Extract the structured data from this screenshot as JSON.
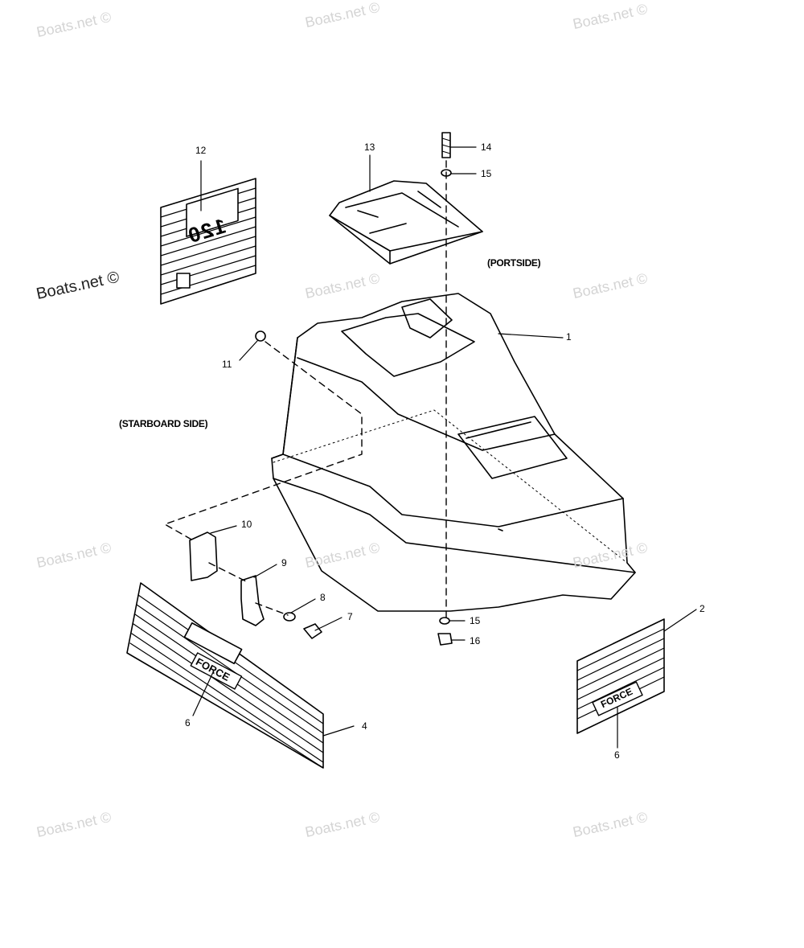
{
  "watermark": "Boats.net ©",
  "labels": {
    "portside": "(PORTSIDE)",
    "starboard": "(STARBOARD SIDE)"
  },
  "decal_text": {
    "force_small": "FORCE",
    "force_large": "FORCE",
    "hp": "120"
  },
  "callouts": {
    "c1": "1",
    "c2": "2",
    "c4": "4",
    "c6a": "6",
    "c6b": "6",
    "c7": "7",
    "c8": "8",
    "c9": "9",
    "c10": "10",
    "c11": "11",
    "c12": "12",
    "c13": "13",
    "c14": "14",
    "c15a": "15",
    "c15b": "15",
    "c16": "16"
  },
  "colors": {
    "line": "#000000",
    "watermark": "#d4d4d4"
  }
}
